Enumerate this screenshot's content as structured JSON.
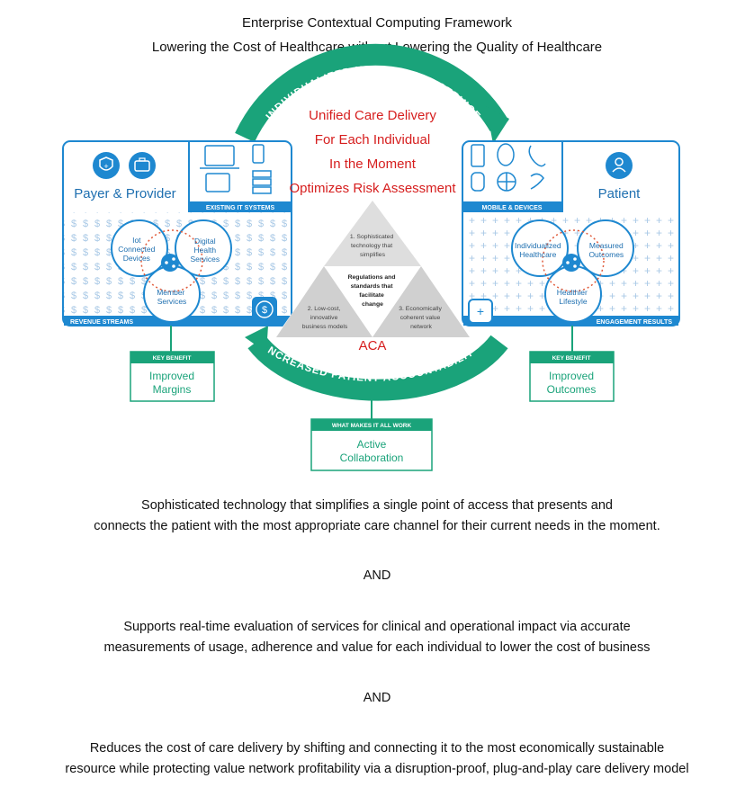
{
  "header": {
    "title": "Enterprise Contextual Computing Framework",
    "subtitle": "Lowering the Cost of Healthcare without Lowering the Quality of Healthcare"
  },
  "arc_top": "INDIVIDUALIZED HEALTHCARE SERVICE",
  "arc_bottom": "INCREASED PATIENT ACCOUNTABILITY",
  "red_lines": [
    "Unified Care Delivery",
    "For Each Individual",
    "In the Moment",
    "Optimizes Risk Assessment"
  ],
  "aca": "ACA",
  "left_panel": {
    "title": "Payer & Provider",
    "systems_label": "EXISTING IT SYSTEMS",
    "bottom_label": "REVENUE STREAMS",
    "circles": [
      "Iot",
      "Connected",
      "Devices",
      "Digital",
      "Health",
      "Services",
      "Member",
      "Services"
    ]
  },
  "right_panel": {
    "title": "Patient",
    "devices_label": "MOBILE & DEVICES",
    "bottom_label": "ENGAGEMENT RESULTS",
    "circles": [
      "Individualized",
      "Healthcare",
      "Measured",
      "Outcomes",
      "Healthier",
      "Lifestyle"
    ]
  },
  "triangle": {
    "top": [
      "1. Sophisticated",
      "technology that",
      "simplifies"
    ],
    "center": [
      "Regulations and",
      "standards that",
      "facilitate",
      "change"
    ],
    "left": [
      "2. Low-cost,",
      "innovative",
      "business models"
    ],
    "right": [
      "3. Economically",
      "coherent value",
      "network"
    ]
  },
  "benefits": {
    "left": {
      "header": "KEY BENEFIT",
      "line1": "Improved",
      "line2": "Margins"
    },
    "right": {
      "header": "KEY BENEFIT",
      "line1": "Improved",
      "line2": "Outcomes"
    },
    "center": {
      "header": "WHAT MAKES IT ALL WORK",
      "line1": "Active",
      "line2": "Collaboration"
    }
  },
  "paragraphs": {
    "p1": [
      "Sophisticated technology that simplifies a single point of access that presents and",
      "connects the patient with the most appropriate care channel for their current needs in the moment."
    ],
    "and1": "AND",
    "p2": [
      "Supports real-time evaluation of services for clinical and operational impact via accurate",
      "measurements of usage, adherence and value for each individual to lower the cost of business"
    ],
    "and2": "AND",
    "p3": [
      "Reduces the cost of care delivery by shifting and connecting it to the most economically sustainable",
      "resource while protecting value network profitability via a disruption-proof, plug-and-play care delivery model"
    ]
  },
  "colors": {
    "blue": "#1e88d0",
    "green": "#1aa37a",
    "red": "#d61e1e",
    "pale_blue": "#dcedf9"
  }
}
